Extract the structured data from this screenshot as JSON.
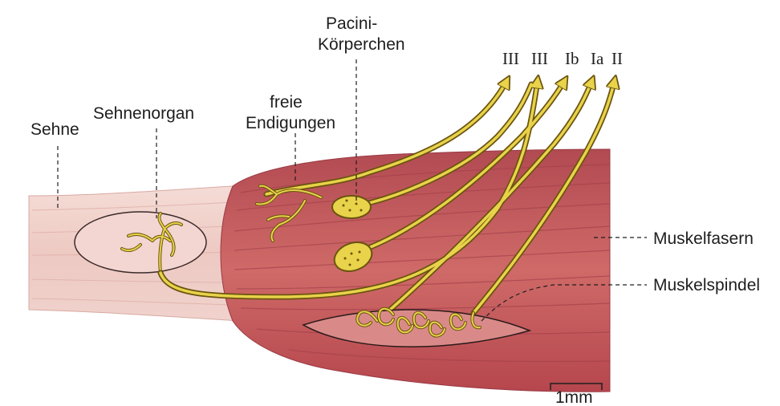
{
  "labels": {
    "sehne": "Sehne",
    "sehnenorgan": "Sehnenorgan",
    "freie_line1": "freie",
    "freie_line2": "Endigungen",
    "pacini_line1": "Pacini-",
    "pacini_line2": "Körperchen",
    "muskelfasern": "Muskelfasern",
    "muskelspindel": "Muskelspindel",
    "scale": "1mm"
  },
  "fiber_types": [
    "III",
    "III",
    "Ib",
    "Ia",
    "II"
  ],
  "colors": {
    "muscle": "#c65a5c",
    "muscle_dark": "#a8404a",
    "tendon": "#f0d4cf",
    "nerve": "#e8d34a",
    "nerve_outline": "#6b5410"
  }
}
